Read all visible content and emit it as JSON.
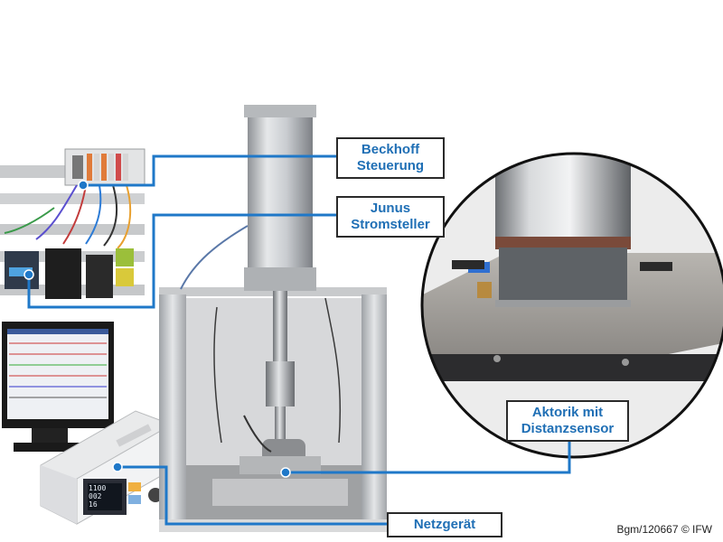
{
  "labels": {
    "beckhoff": {
      "line1": "Beckhoff",
      "line2": "Steuerung"
    },
    "junus": {
      "line1": "Junus",
      "line2": "Stromsteller"
    },
    "aktorik": {
      "line1": "Aktorik mit",
      "line2": "Distanzsensor"
    },
    "netzgeraet": {
      "line1": "Netzgerät"
    }
  },
  "power_supply_display": {
    "row1": "1100",
    "row2": "002",
    "row3": "16"
  },
  "caption": "Bgm/120667 © IFW",
  "colors": {
    "callout_line": "#1f78c8",
    "label_text": "#1f6fb5",
    "label_border": "#2a2a2a"
  }
}
